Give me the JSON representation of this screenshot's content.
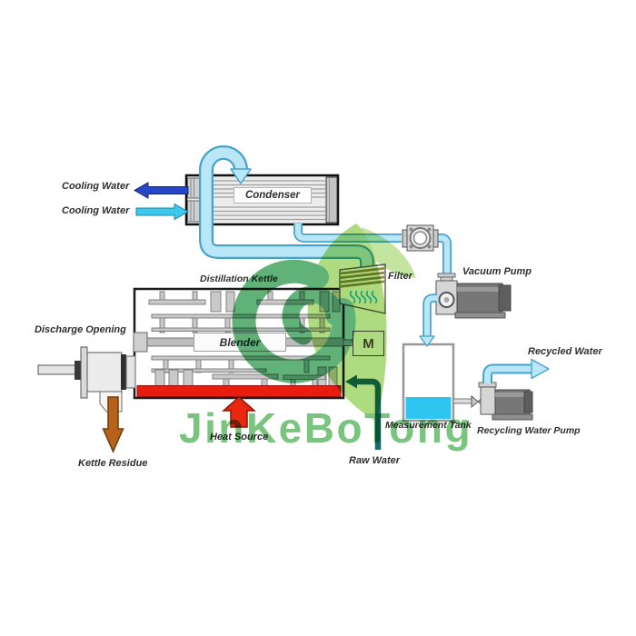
{
  "watermark": {
    "text": "JinKeBoTong"
  },
  "labels": {
    "cooling_water_out": "Cooling Water",
    "cooling_water_in": "Cooling Water",
    "condenser": "Condenser",
    "distillation_kettle": "Distillation Kettle",
    "filter": "Filter",
    "vacuum_pump": "Vacuum Pump",
    "discharge_opening": "Discharge Opening",
    "blender": "Blender",
    "motor": "M",
    "kettle_residue": "Kettle Residue",
    "heat_source": "Heat Source",
    "raw_water": "Raw Water",
    "measurement_tank": "Measurement Tank",
    "recycling_water_pump": "Recycling Water Pump",
    "recycled_water": "Recycled Water"
  },
  "colors": {
    "cooling_out_arrow": "#2746c8",
    "cooling_in_arrow": "#3cc9ea",
    "pipe_outline": "#45a3cc",
    "pipe_fill": "#b9e7f8",
    "heat_red": "#ea1c0d",
    "heat_arrow": "#e8270e",
    "residue_arrow": "#b4621c",
    "raw_water_pipe": "#176b6e",
    "tank_water": "#2ec6f0",
    "filter_stripe": "#8c8c42",
    "vapor_squiggle": "#2fc0e8",
    "watermark_green": "#35a53d",
    "leaf_light": "#85c93e",
    "leaf_dark": "#0d8a33"
  }
}
